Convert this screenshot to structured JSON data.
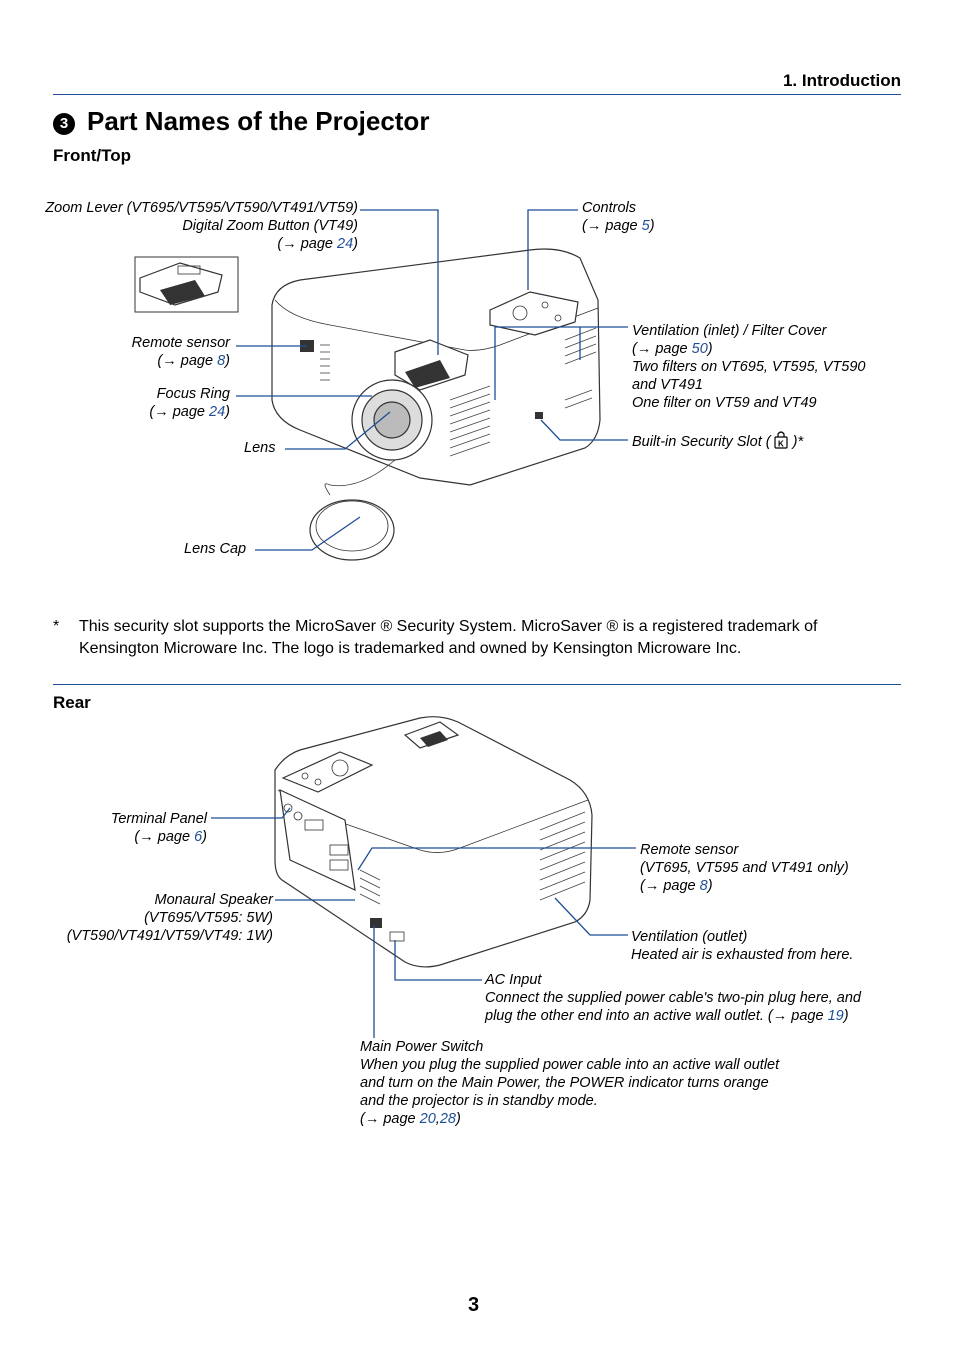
{
  "header": {
    "chapter": "1. Introduction"
  },
  "title": {
    "number": "3",
    "text": "Part Names of the Projector"
  },
  "front": {
    "heading": "Front/Top",
    "zoom": {
      "line1": "Zoom Lever (VT695/VT595/VT590/VT491/VT59)",
      "line2": "Digital Zoom Button (VT49)",
      "pre": "(→ page ",
      "page": "24",
      "post": ")"
    },
    "controls": {
      "line1": "Controls",
      "pre": "(→ page ",
      "page": "5",
      "post": ")"
    },
    "remote": {
      "line1": "Remote sensor",
      "pre": "(→ page ",
      "page": "8",
      "post": ")"
    },
    "vent": {
      "line1": "Ventilation (inlet) / Filter Cover",
      "pre": "(→ page ",
      "page": "50",
      "post": ")",
      "line3": "Two filters on VT695, VT595, VT590",
      "line4": "and VT491",
      "line5": "One filter on VT59 and VT49"
    },
    "focus": {
      "line1": "Focus Ring",
      "pre": "(→ page ",
      "page": "24",
      "post": ")"
    },
    "security": {
      "pre": "Built-in Security Slot ( ",
      "post": " )*"
    },
    "lens": "Lens",
    "lens_cap": "Lens Cap"
  },
  "footnote": {
    "star": "*",
    "text": "This security slot supports the MicroSaver ® Security System. MicroSaver ® is a registered trademark of Kensington Microware Inc. The logo is trademarked and owned by Kensington Microware Inc."
  },
  "rear": {
    "heading": "Rear",
    "terminal": {
      "line1": "Terminal Panel",
      "pre": "(→ page ",
      "page": "6",
      "post": ")"
    },
    "remote": {
      "line1": "Remote sensor",
      "line2": "(VT695, VT595 and VT491 only)",
      "pre": "(→ page ",
      "page": "8",
      "post": ")"
    },
    "speaker": {
      "line1": "Monaural Speaker",
      "line2": "(VT695/VT595: 5W)",
      "line3": "(VT590/VT491/VT59/VT49: 1W)"
    },
    "vent": {
      "line1": "Ventilation (outlet)",
      "line2": "Heated air is exhausted from here."
    },
    "ac": {
      "line1": "AC Input",
      "line2": "Connect the supplied power cable's two-pin plug here, and",
      "pre": "plug the other end into an active wall outlet. (→ page ",
      "page": "19",
      "post": ")"
    },
    "power": {
      "line1": "Main Power Switch",
      "line2": "When you plug the supplied power cable into an active wall outlet",
      "line3": "and turn on the Main Power, the POWER indicator turns orange",
      "line4": "and the projector is in standby mode.",
      "pre": "(→ page ",
      "page1": "20",
      "sep": ",",
      "page2": "28",
      "post": ")"
    }
  },
  "page_number": "3",
  "colors": {
    "accent": "#1f4e96"
  }
}
